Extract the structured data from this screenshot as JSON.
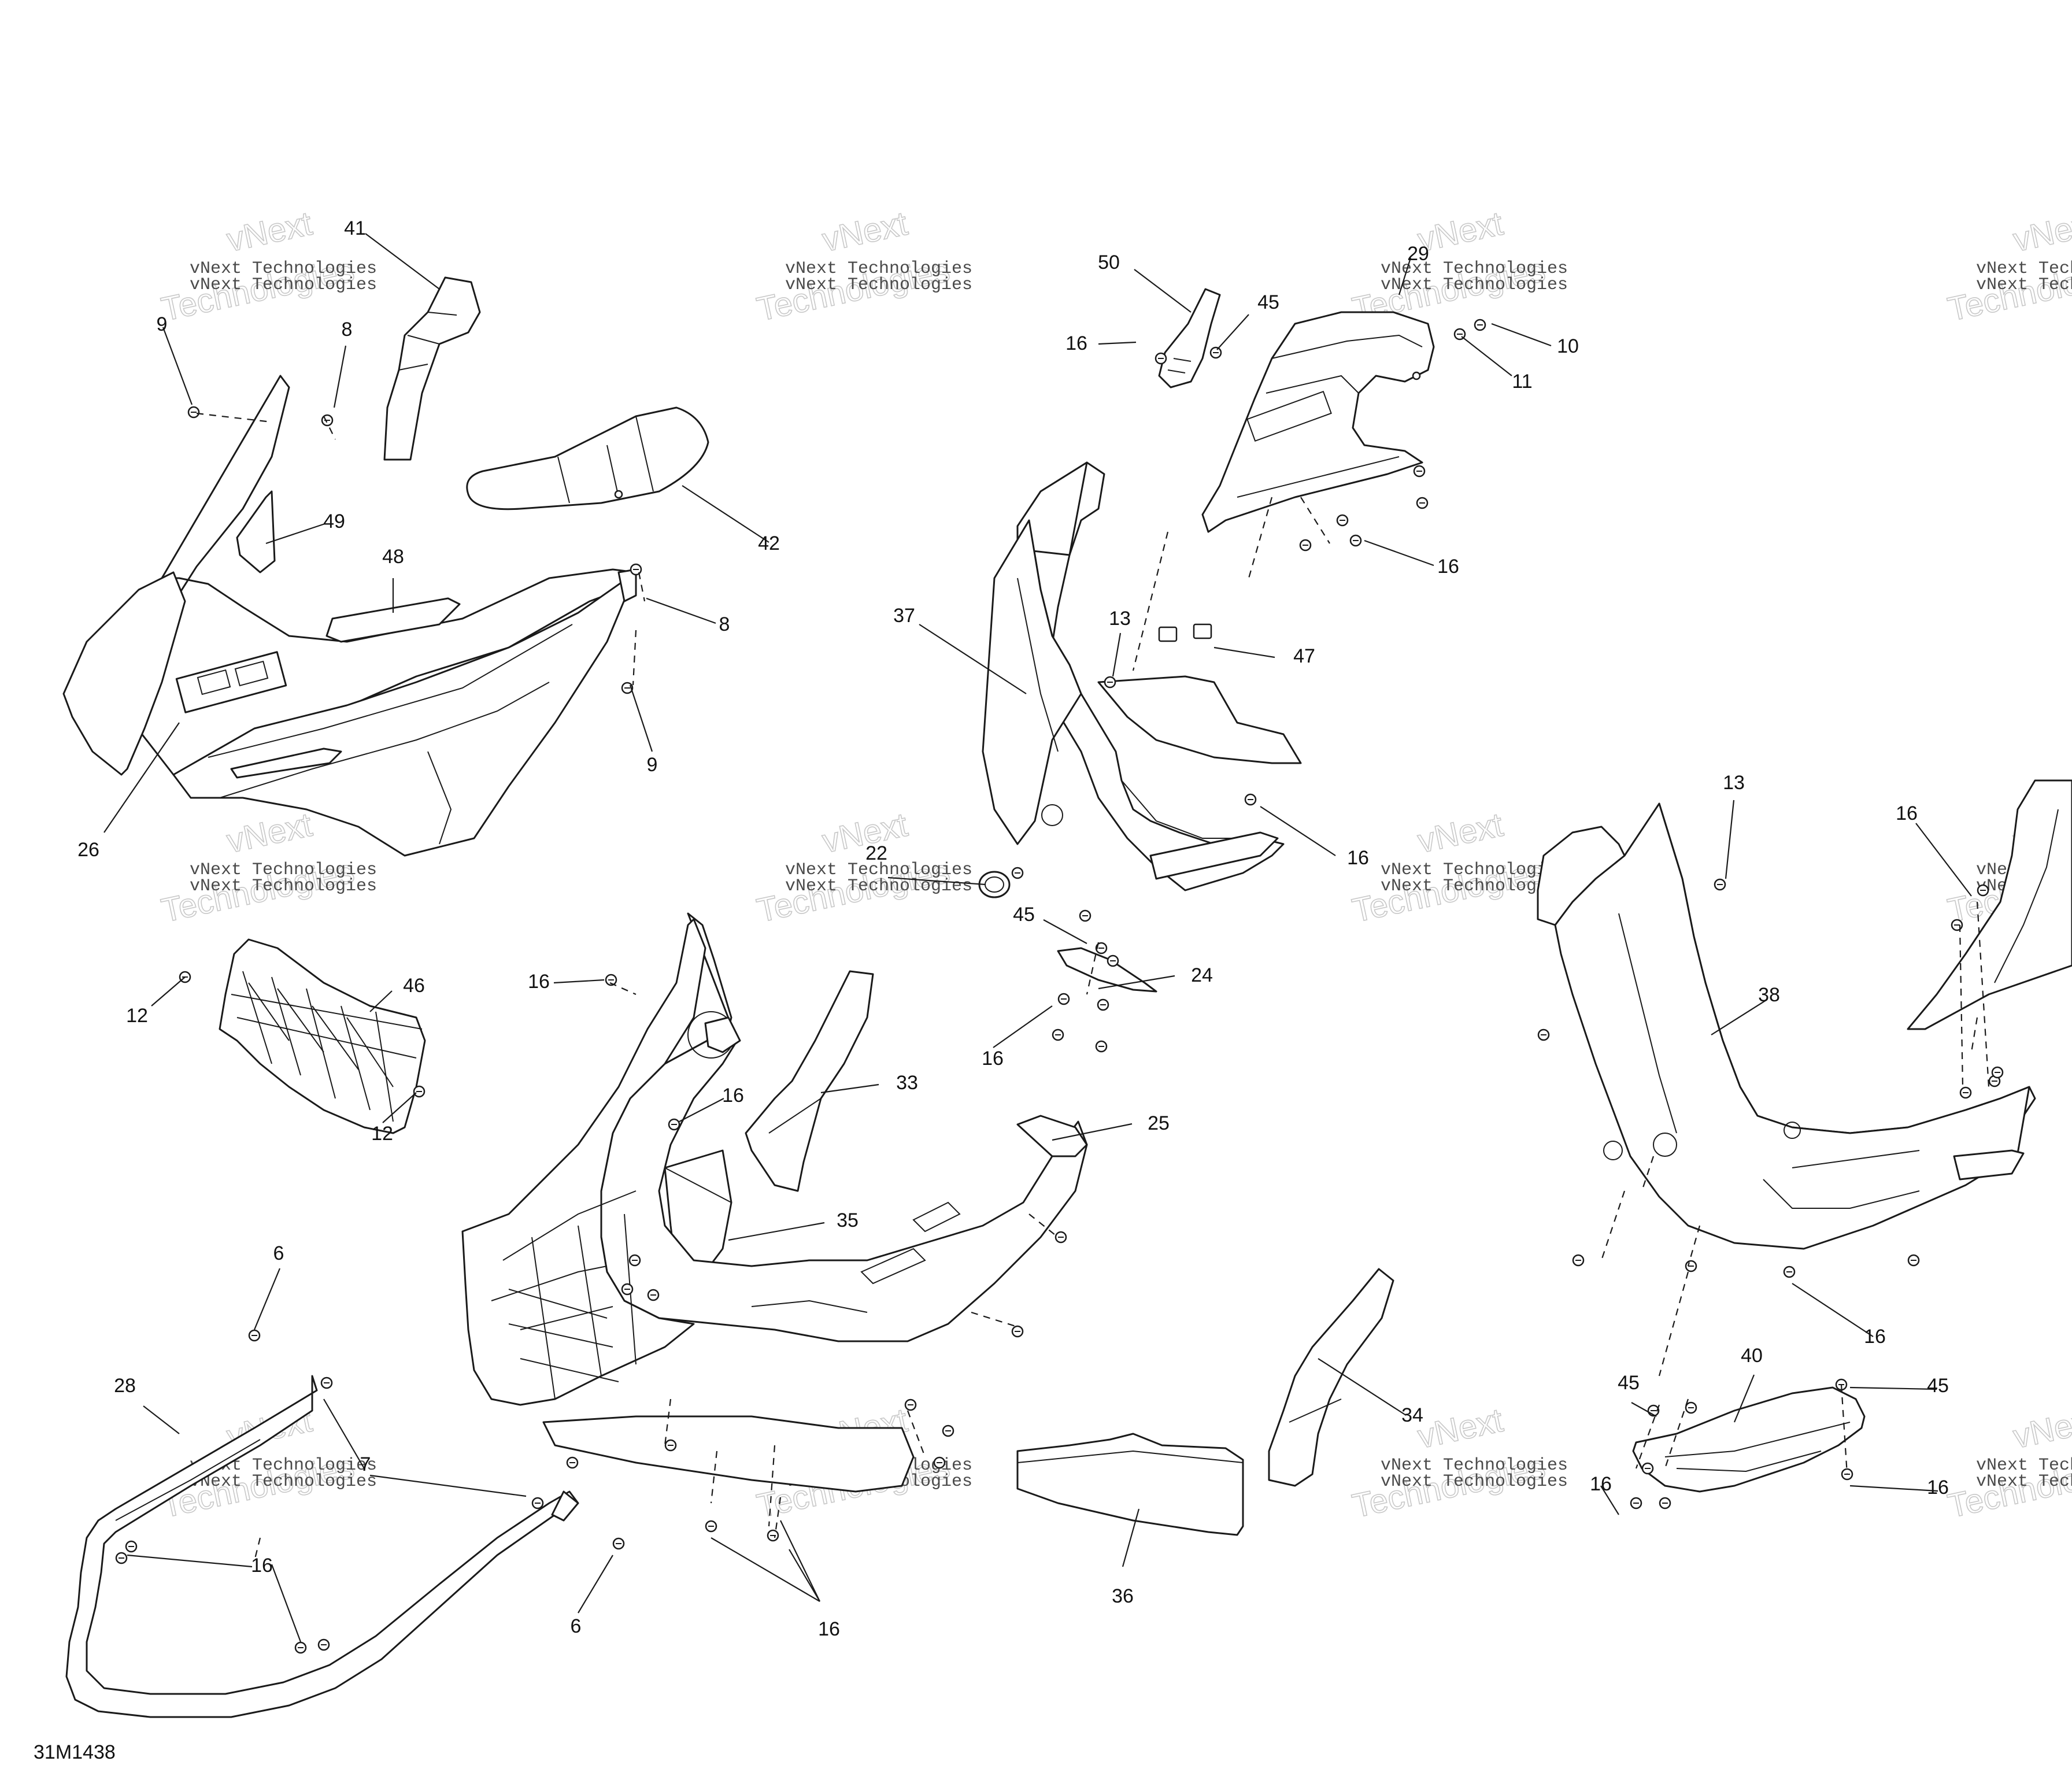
{
  "figure": {
    "reference_code": "31M1438",
    "watermark_text": "vNext Technologies",
    "watermark_large_top": "vNext",
    "watermark_large_bottom": "Technologies"
  },
  "callouts": [
    "41",
    "9",
    "8",
    "49",
    "48",
    "8",
    "9",
    "26",
    "42",
    "50",
    "45",
    "16",
    "29",
    "10",
    "11",
    "16",
    "37",
    "13",
    "47",
    "16",
    "22",
    "45",
    "24",
    "16",
    "46",
    "12",
    "12",
    "16",
    "16",
    "33",
    "25",
    "35",
    "6",
    "28",
    "7",
    "16",
    "6",
    "16",
    "36",
    "34",
    "13",
    "38",
    "16",
    "16",
    "40",
    "45",
    "45",
    "16",
    "16"
  ]
}
